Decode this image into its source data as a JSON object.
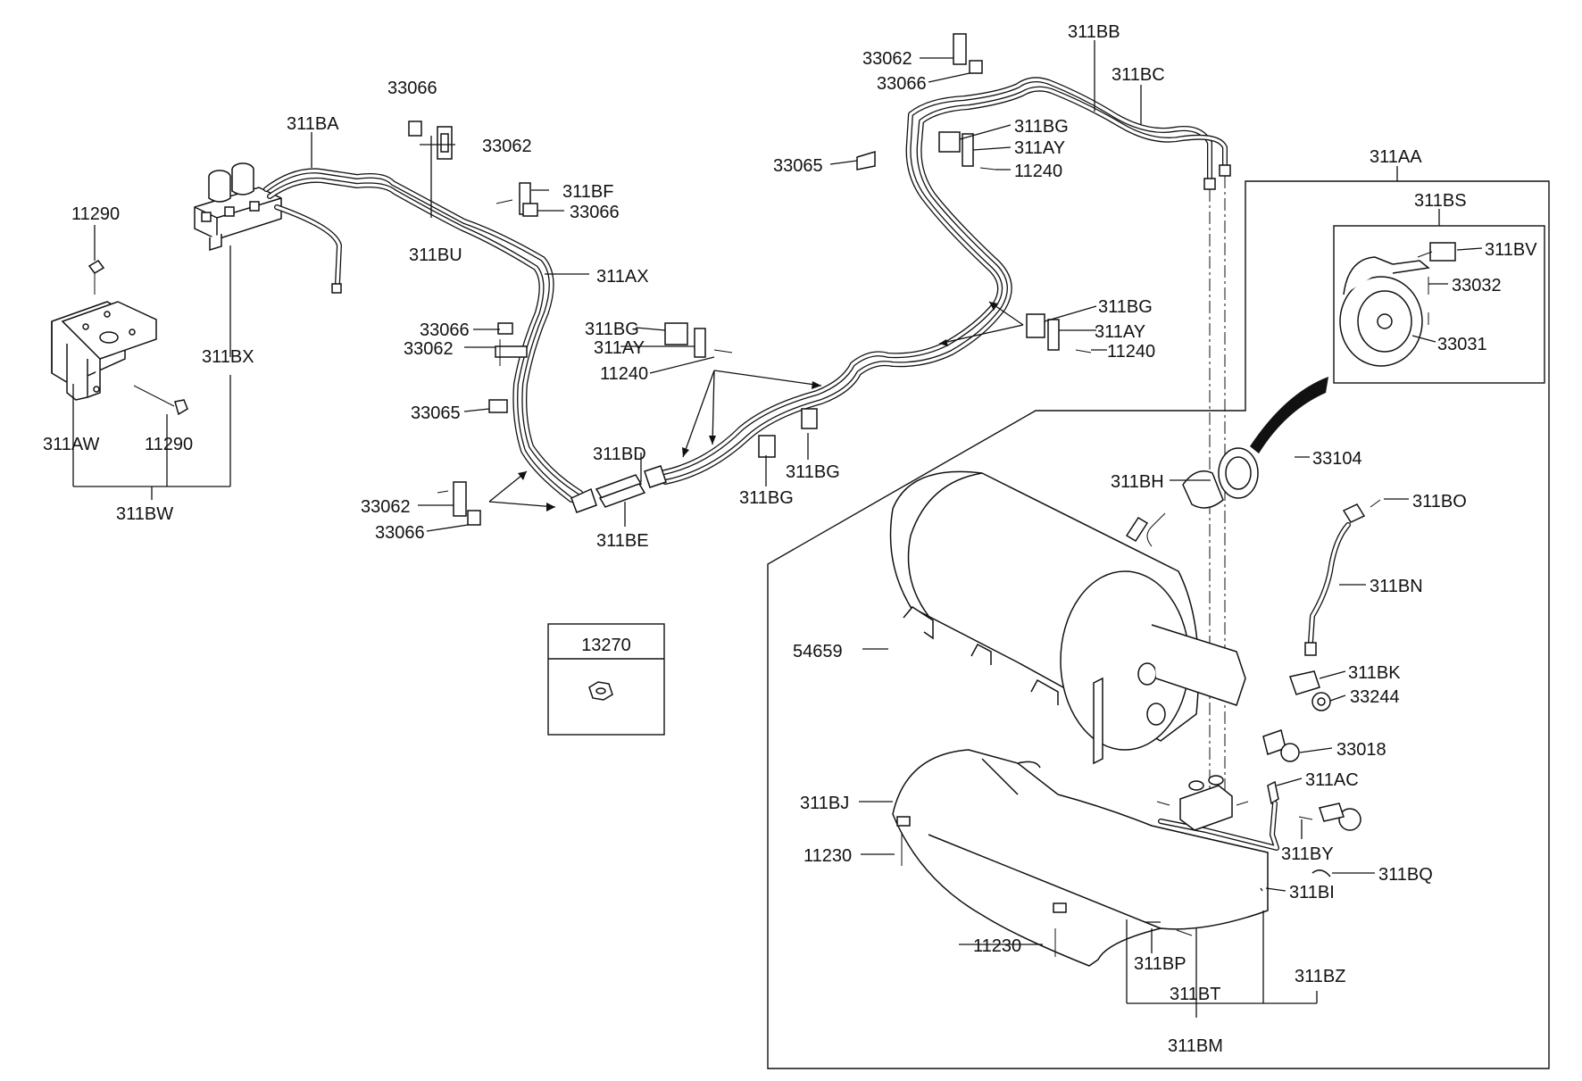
{
  "labels": {
    "l_11290a": "11290",
    "l_11290b": "11290",
    "l_311AW": "311AW",
    "l_311BW": "311BW",
    "l_311BX": "311BX",
    "l_311BA": "311BA",
    "l_311BU": "311BU",
    "l_311AX": "311AX",
    "l_33066a": "33066",
    "l_33062a": "33062",
    "l_311BF": "311BF",
    "l_33066b": "33066",
    "l_33066c": "33066",
    "l_33062b": "33062",
    "l_33065a": "33065",
    "l_311BGa": "311BG",
    "l_311AYa": "311AY",
    "l_11240a": "11240",
    "l_311BD": "311BD",
    "l_311BE": "311BE",
    "l_33062c": "33062",
    "l_33066d": "33066",
    "l_311BGb": "311BG",
    "l_311BGc": "311BG",
    "l_33062d": "33062",
    "l_33066e": "33066",
    "l_33065b": "33065",
    "l_311BGd": "311BG",
    "l_311AYb": "311AY",
    "l_11240b": "11240",
    "l_311BB": "311BB",
    "l_311BC": "311BC",
    "l_311BGe": "311BG",
    "l_311AYc": "311AY",
    "l_11240c": "11240",
    "l_311AA": "311AA",
    "l_311BS": "311BS",
    "l_311BV": "311BV",
    "l_33032": "33032",
    "l_33031": "33031",
    "l_33104": "33104",
    "l_311BH": "311BH",
    "l_311BO": "311BO",
    "l_311BN": "311BN",
    "l_54659": "54659",
    "l_311BK": "311BK",
    "l_33244": "33244",
    "l_33018": "33018",
    "l_311AC": "311AC",
    "l_311BJ": "311BJ",
    "l_311BY": "311BY",
    "l_311BQ": "311BQ",
    "l_11230a": "11230",
    "l_311BI": "311BI",
    "l_11230b": "11230",
    "l_311BP": "311BP",
    "l_311BT": "311BT",
    "l_311BZ": "311BZ",
    "l_311BM": "311BM"
  },
  "inset": {
    "title": "13270"
  }
}
